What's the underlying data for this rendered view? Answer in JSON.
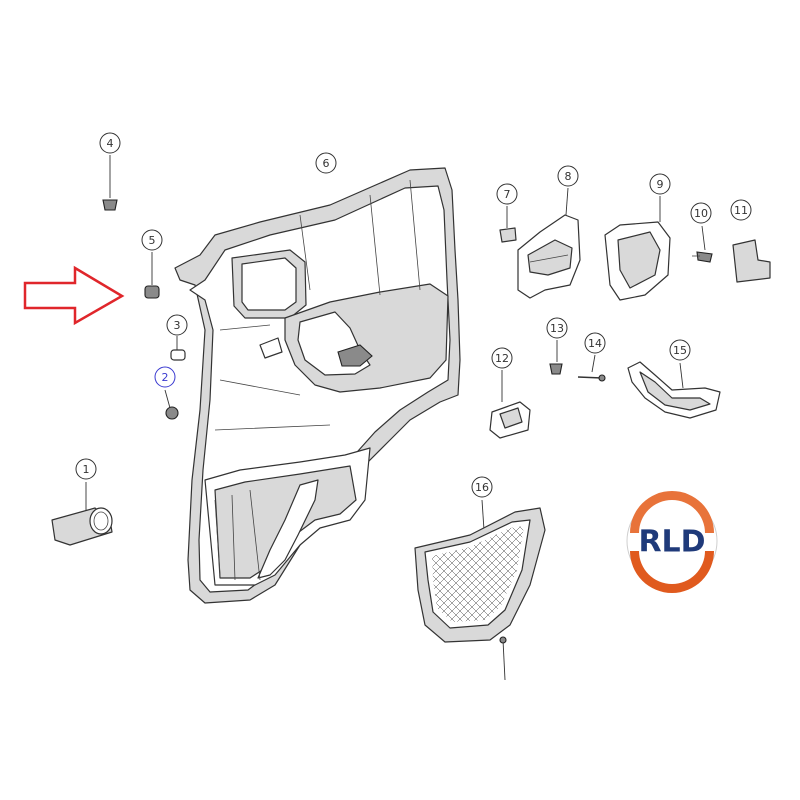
{
  "callouts": [
    {
      "id": "1",
      "label": "1",
      "color": "#333333"
    },
    {
      "id": "2",
      "label": "2",
      "color": "#3a3ad0"
    },
    {
      "id": "3",
      "label": "3",
      "color": "#333333"
    },
    {
      "id": "4",
      "label": "4",
      "color": "#333333"
    },
    {
      "id": "5",
      "label": "5",
      "color": "#333333"
    },
    {
      "id": "6",
      "label": "6",
      "color": "#333333"
    },
    {
      "id": "7",
      "label": "7",
      "color": "#333333"
    },
    {
      "id": "8",
      "label": "8",
      "color": "#333333"
    },
    {
      "id": "9",
      "label": "9",
      "color": "#333333"
    },
    {
      "id": "10",
      "label": "10",
      "color": "#333333"
    },
    {
      "id": "11",
      "label": "11",
      "color": "#333333"
    },
    {
      "id": "12",
      "label": "12",
      "color": "#333333"
    },
    {
      "id": "13",
      "label": "13",
      "color": "#333333"
    },
    {
      "id": "14",
      "label": "14",
      "color": "#333333"
    },
    {
      "id": "15",
      "label": "15",
      "color": "#333333"
    },
    {
      "id": "16",
      "label": "16",
      "color": "#333333"
    }
  ],
  "arrow": {
    "color": "#e0262b",
    "direction": "right"
  },
  "logo": {
    "text": "RLD",
    "ring_top": "#e8733a",
    "ring_bottom": "#e05a1e",
    "text_color": "#1f3a7a"
  },
  "colors": {
    "line": "#333333",
    "highlight": "#3a3ad0"
  }
}
